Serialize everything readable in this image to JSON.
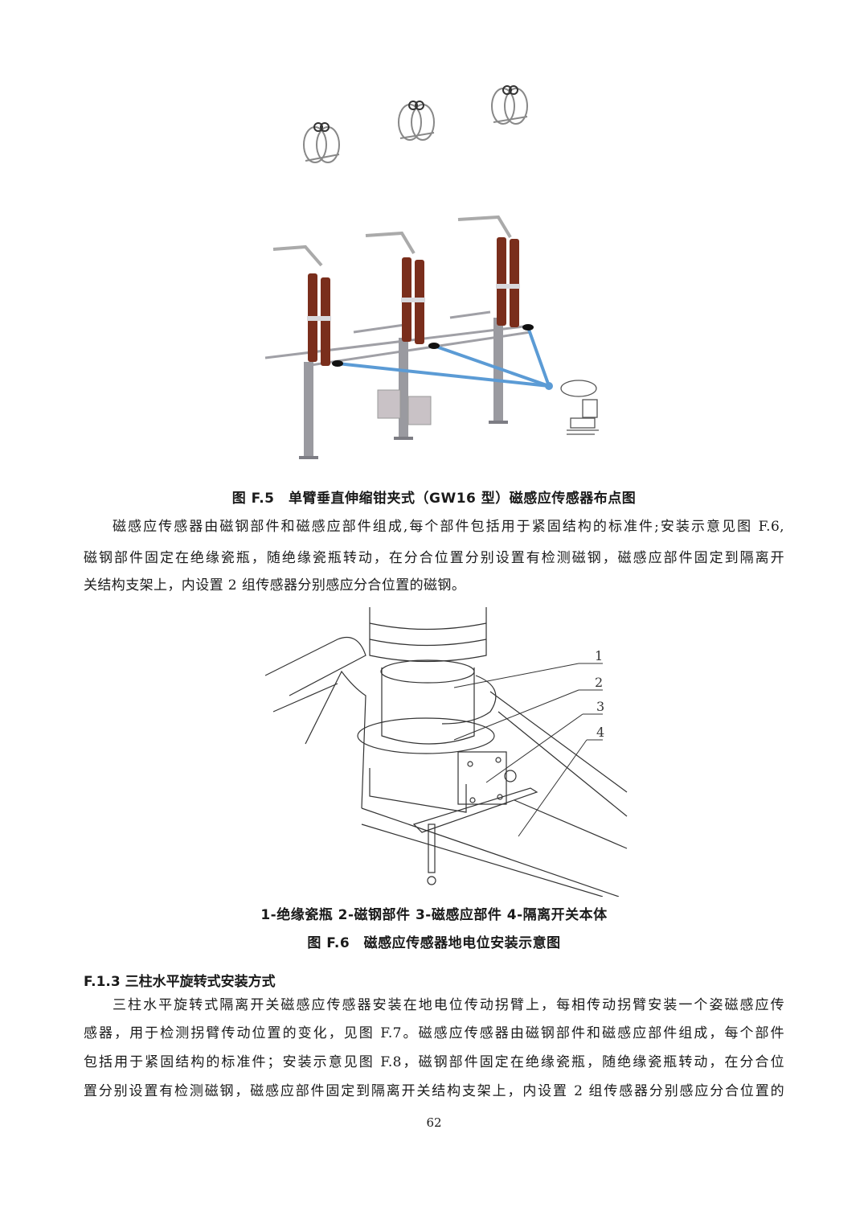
{
  "figure_f5": {
    "caption": "图 F.5　单臂垂直伸缩钳夹式（GW16 型）磁感应传感器布点图",
    "colors": {
      "insulator": "#7a2e1c",
      "pole": "#9a9aa0",
      "link_line": "#5b9bd5",
      "sensor_mark": "#111111"
    }
  },
  "paragraph_1": {
    "lines": [
      "磁感应传感器由磁钢部件和磁感应部件组成,每个部件包括用于紧固结构的标准件;安装示意见图 F.6,",
      "磁钢部件固定在绝缘瓷瓶，随绝缘瓷瓶转动，在分合位置分别设置有检测磁钢，磁感应部件固定到隔离开",
      "关结构支架上，内设置 2 组传感器分别感应分合位置的磁钢。"
    ]
  },
  "figure_f6": {
    "callouts": [
      "1",
      "2",
      "3",
      "4"
    ],
    "legend": "1-绝缘瓷瓶  2-磁钢部件  3-磁感应部件  4-隔离开关本体",
    "caption": "图 F.6　磁感应传感器地电位安装示意图"
  },
  "section": {
    "heading": "F.1.3  三柱水平旋转式安装方式"
  },
  "paragraph_2": {
    "lines": [
      "三柱水平旋转式隔离开关磁感应传感器安装在地电位传动拐臂上，每相传动拐臂安装一个姿磁感应传",
      "感器，用于检测拐臂传动位置的变化，见图 F.7。磁感应传感器由磁钢部件和磁感应部件组成，每个部件",
      "包括用于紧固结构的标准件；安装示意见图 F.8，磁钢部件固定在绝缘瓷瓶，随绝缘瓷瓶转动，在分合位",
      "置分别设置有检测磁钢，磁感应部件固定到隔离开关结构支架上，内设置 2 组传感器分别感应分合位置的"
    ]
  },
  "page_number": "62"
}
